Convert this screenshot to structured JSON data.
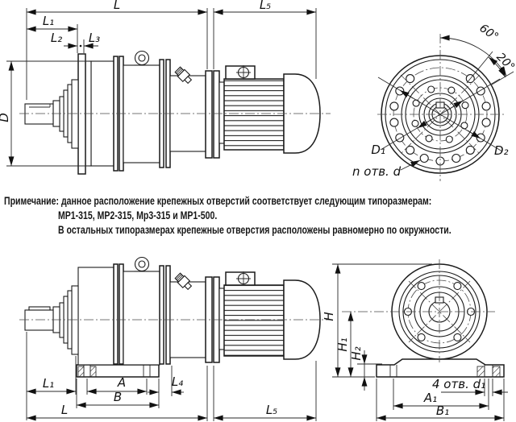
{
  "drawing": {
    "title_hint": "motor-reducer dimensional drawing",
    "top_side_view": {
      "labels": {
        "L": "L",
        "L1": "L₁",
        "L2": "L₂",
        "L3": "L₃",
        "L5": "L₅",
        "D": "D"
      }
    },
    "flange_face_view": {
      "labels": {
        "angle_60": "60°",
        "angle_20": "20°",
        "D1": "D₁",
        "D2": "D₂",
        "n_holes": "n отв. d"
      }
    },
    "bottom_side_view": {
      "labels": {
        "L1": "L₁",
        "A": "A",
        "L4": "L₄",
        "B": "B",
        "L": "L",
        "L5": "L₅"
      }
    },
    "foot_face_view": {
      "labels": {
        "H": "H",
        "H1": "H₁",
        "H2": "H₂",
        "four_holes": "4 отв. d₁",
        "A1": "A₁",
        "B1": "B₁"
      }
    }
  },
  "note": {
    "line1": "Примечание: данное расположение крепежных отверстий соответствует следующим типоразмерам:",
    "line2": "МР1-315, МР2-315, Мр3-315 и МР1-500.",
    "line3": "В остальных типоразмерах крепежные отверстия расположены равномерно по окружности."
  }
}
